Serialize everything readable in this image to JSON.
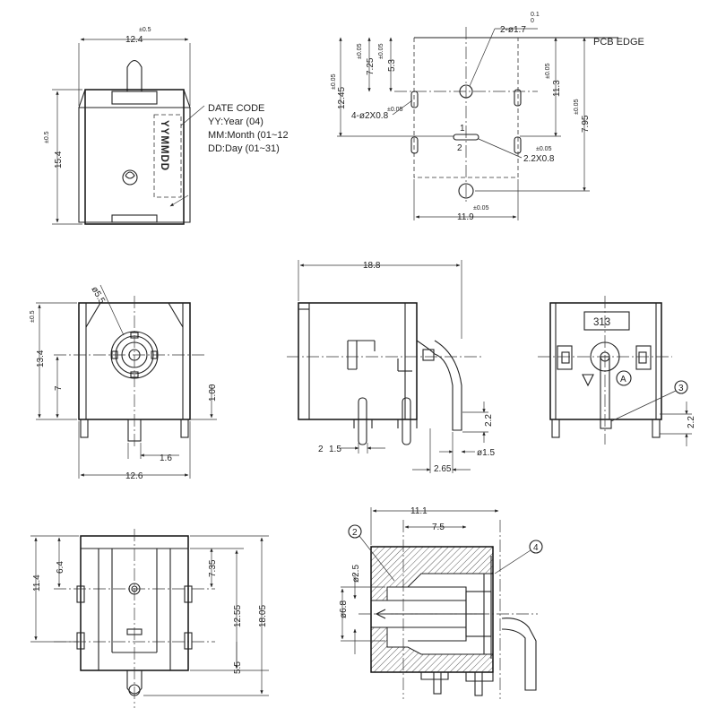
{
  "top_left": {
    "width": "12.4",
    "width_tol": "±0.5",
    "height": "15.4",
    "height_tol": "±0.5",
    "code_mark": "YYMMDD"
  },
  "date_code": {
    "title": "DATE CODE",
    "yy": "YY:Year (04)",
    "mm": "MM:Month (01~12",
    "dd": "DD:Day (01~31)"
  },
  "pcb": {
    "edge": "PCB EDGE",
    "hole2": "2-ø1.7",
    "hole2_tol_top": "0.1",
    "hole2_tol_bot": "0",
    "slot4": "4-ø2X0.8",
    "slot4_tol": "±0.05",
    "slot1": "2.2X0.8",
    "slot1_tol": "±0.05",
    "d1245": "12.45",
    "d1245_tol": "±0.05",
    "d725": "7.25",
    "d725_tol": "±0.05",
    "d53": "5.3",
    "d53_tol": "±0.05",
    "d113": "11.3",
    "d113_tol": "±0.05",
    "d795": "7.95",
    "d795_tol": "±0.05",
    "d119": "11.9",
    "d119_tol": "±0.05",
    "mark1": "1",
    "mark2": "2"
  },
  "front": {
    "phi": "ø5.5",
    "h134": "13.4",
    "h134_tol": "±0.5",
    "h7": "7",
    "d100": "1.00",
    "d16": "1.6",
    "w126": "12.6"
  },
  "side": {
    "len188": "18.8",
    "d22": "2.2",
    "d15a": "2",
    "d15b": "1.5",
    "phi15": "ø1.5",
    "d265": "2.65"
  },
  "back": {
    "code": "313",
    "markA": "A",
    "callout3": "3",
    "d22": "2.2"
  },
  "bottom": {
    "d114": "11.4",
    "d64": "6.4",
    "d735": "7.35",
    "d1255": "12.55",
    "d1805": "18.05",
    "d55": "5.5"
  },
  "section": {
    "d111": "11.1",
    "d75": "7.5",
    "phi25": "ø2.5",
    "phi68": "ø6.8",
    "callout2": "2",
    "callout4": "4"
  }
}
